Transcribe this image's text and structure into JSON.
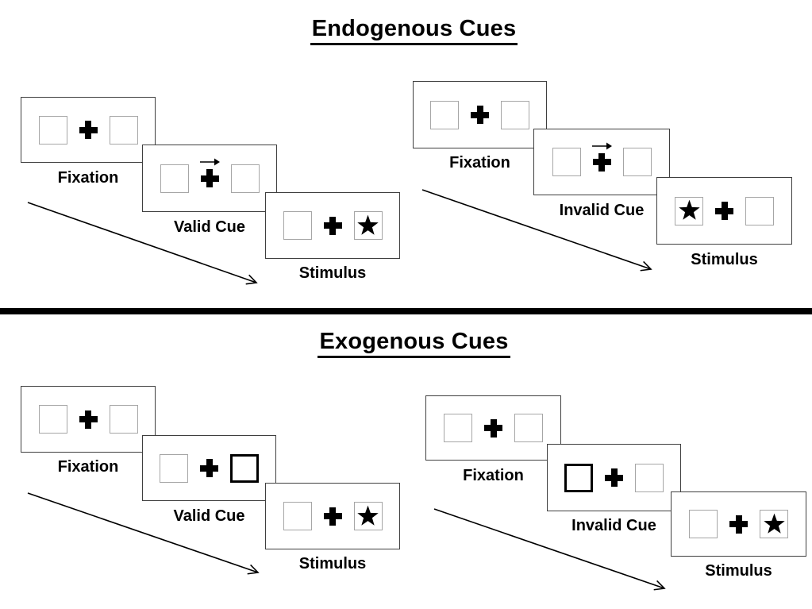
{
  "page": {
    "background": "#ffffff",
    "colors": {
      "ink": "#000000",
      "frame_border": "#3f3f3f",
      "square_border": "#a6a6a6",
      "bold_square_border": "#000000",
      "divider": "#000000"
    }
  },
  "icons": {
    "fixation_cross": "✚",
    "target_star": "★",
    "endogenous_cue_arrow": "→",
    "timeline_arrow": "↘"
  },
  "sections": [
    {
      "id": "endogenous",
      "title": "Endogenous Cues",
      "panels": [
        {
          "id": "valid",
          "frames": [
            {
              "label": "Fixation",
              "left_box": "empty",
              "right_box": "empty",
              "cue_arrow": false
            },
            {
              "label": "Valid Cue",
              "left_box": "empty",
              "right_box": "empty",
              "cue_arrow": true
            },
            {
              "label": "Stimulus",
              "left_box": "empty",
              "right_box": "star",
              "cue_arrow": false
            }
          ]
        },
        {
          "id": "invalid",
          "frames": [
            {
              "label": "Fixation",
              "left_box": "empty",
              "right_box": "empty",
              "cue_arrow": false
            },
            {
              "label": "Invalid Cue",
              "left_box": "empty",
              "right_box": "empty",
              "cue_arrow": true
            },
            {
              "label": "Stimulus",
              "left_box": "star",
              "right_box": "empty",
              "cue_arrow": false
            }
          ]
        }
      ]
    },
    {
      "id": "exogenous",
      "title": "Exogenous Cues",
      "panels": [
        {
          "id": "valid",
          "frames": [
            {
              "label": "Fixation",
              "left_box": "empty",
              "right_box": "empty",
              "cue_arrow": false
            },
            {
              "label": "Valid Cue",
              "left_box": "empty",
              "right_box": "bold-outline",
              "cue_arrow": false
            },
            {
              "label": "Stimulus",
              "left_box": "empty",
              "right_box": "star",
              "cue_arrow": false
            }
          ]
        },
        {
          "id": "invalid",
          "frames": [
            {
              "label": "Fixation",
              "left_box": "empty",
              "right_box": "empty",
              "cue_arrow": false
            },
            {
              "label": "Invalid Cue",
              "left_box": "bold-outline",
              "right_box": "empty",
              "cue_arrow": false
            },
            {
              "label": "Stimulus",
              "left_box": "empty",
              "right_box": "star",
              "cue_arrow": false
            }
          ]
        }
      ]
    }
  ]
}
